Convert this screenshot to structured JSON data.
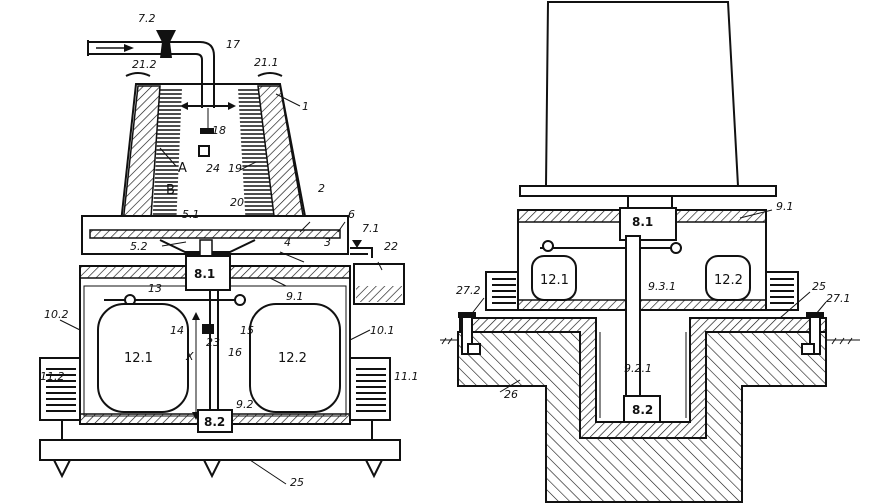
{
  "labels": {
    "l7_2": "7.2",
    "l17": "17",
    "l21_2": "21.2",
    "l21_1": "21.1",
    "l1": "1",
    "l18": "18",
    "lA": "A",
    "l24": "24",
    "l19": "19",
    "lB": "B",
    "l2": "2",
    "l20": "20",
    "l5_1": "5.1",
    "l6": "6",
    "l7_1": "7.1",
    "l5_2": "5.2",
    "l4": "4",
    "l3": "3",
    "l22": "22",
    "l8_1": "8.1",
    "l9_1": "9.1",
    "l13": "13",
    "l10_2": "10.2",
    "l14": "14",
    "l15": "15",
    "l23": "23",
    "l10_1": "10.1",
    "l12_1": "12.1",
    "l12_2": "12.2",
    "lX": "X",
    "l16": "16",
    "l11_2": "11.2",
    "l11_1": "11.1",
    "l9_2": "9.2",
    "l8_2": "8.2",
    "l25": "25",
    "r8_1": "8.1",
    "r9_1": "9.1",
    "r12_1": "12.1",
    "r12_2": "12.2",
    "r9_3_1": "9.3.1",
    "r27_2": "27.2",
    "r25": "25",
    "r27_1": "27.1",
    "r9_2_1": "9.2.1",
    "r26": "26",
    "r8_2": "8.2"
  },
  "colors": {
    "ink": "#111111",
    "paper": "#ffffff"
  }
}
